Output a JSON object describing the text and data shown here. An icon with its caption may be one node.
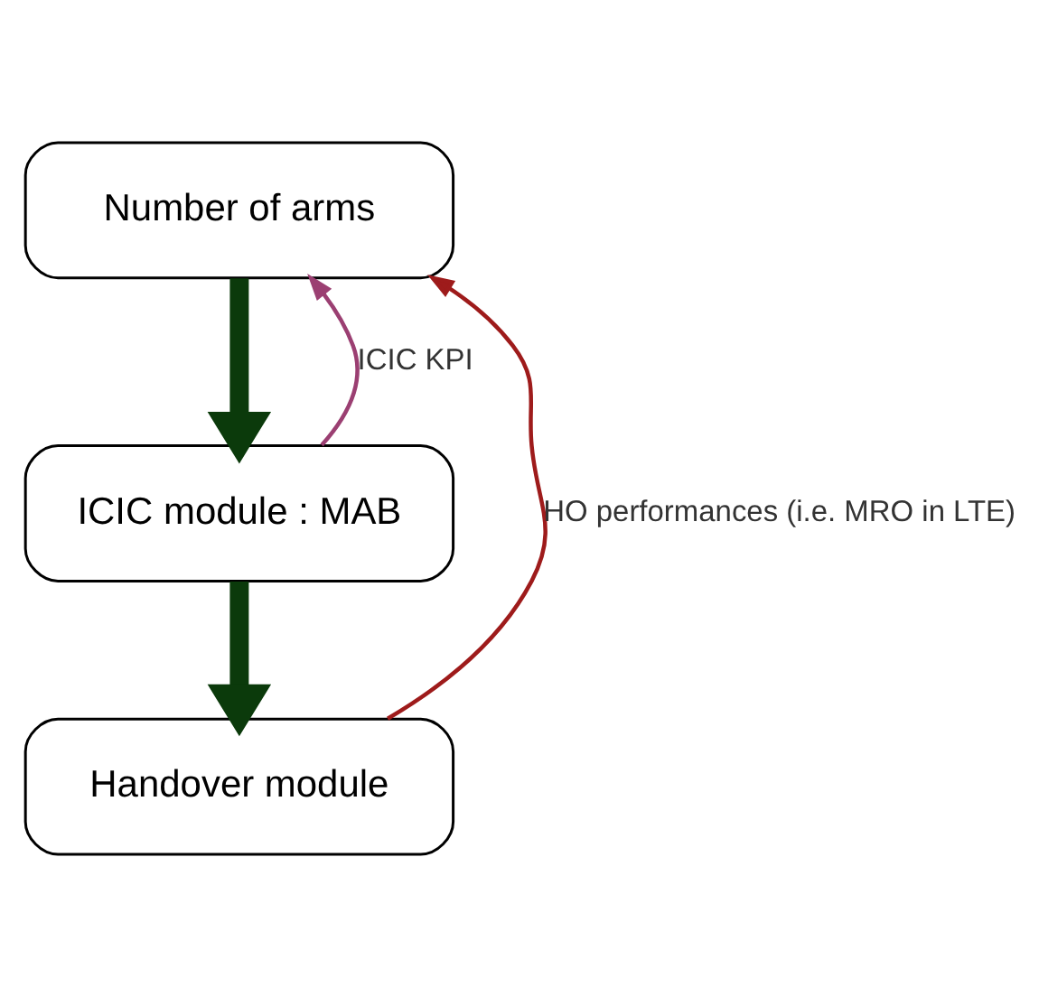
{
  "diagram": {
    "nodes": [
      {
        "text": [
          "Number of arms"
        ]
      },
      {
        "text": [
          "ICIC module : MAB"
        ]
      },
      {
        "text": [
          "Handover module"
        ]
      }
    ],
    "edges": [
      {
        "from": 0,
        "to": 1,
        "arrow": "to",
        "style": "thick",
        "color": "#0b3a0b"
      },
      {
        "from": 1,
        "to": 2,
        "arrow": "to",
        "style": "thick",
        "color": "#0b3a0b"
      },
      {
        "from": 1,
        "to": 0,
        "arrow": "to",
        "label": "ICIC KPI",
        "color": "#9b3f72"
      },
      {
        "from": 2,
        "to": 0,
        "arrow": "to",
        "label": "HO performances (i.e. MRO in LTE)",
        "color": "#9e1b1b"
      }
    ]
  }
}
